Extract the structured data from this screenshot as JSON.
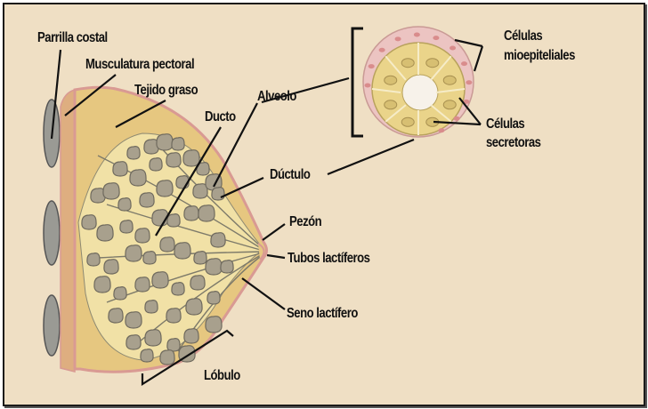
{
  "diagram": {
    "colors": {
      "background": "#efdfc4",
      "breast_fill": "#e6c780",
      "inner_fill": "#f1e1a6",
      "skin_outline": "#d99a93",
      "muscle": "#deae80",
      "lobule_gray": "#a8a08d",
      "lobule_stroke": "#6f6a5e",
      "rib_gray": "#9a9a94",
      "myoepithelial": "#ecc4c2",
      "secretory": "#ead48a",
      "nucleus_pink": "#d98c8c"
    },
    "labels": {
      "rib_cage": "Parrilla costal",
      "pectoral_muscle": "Musculatura pectoral",
      "fat_tissue": "Tejido graso",
      "duct": "Ducto",
      "alveolus": "Alveolo",
      "ductule": "Dúctulo",
      "nipple": "Pezón",
      "lactiferous_ducts": "Tubos lactíferos",
      "lactiferous_sinus": "Seno lactífero",
      "lobule": "Lóbulo",
      "myoepithelial_cells_1": "Células",
      "myoepithelial_cells_2": "mioepiteliales",
      "secretory_cells_1": "Células",
      "secretory_cells_2": "secretoras"
    }
  }
}
